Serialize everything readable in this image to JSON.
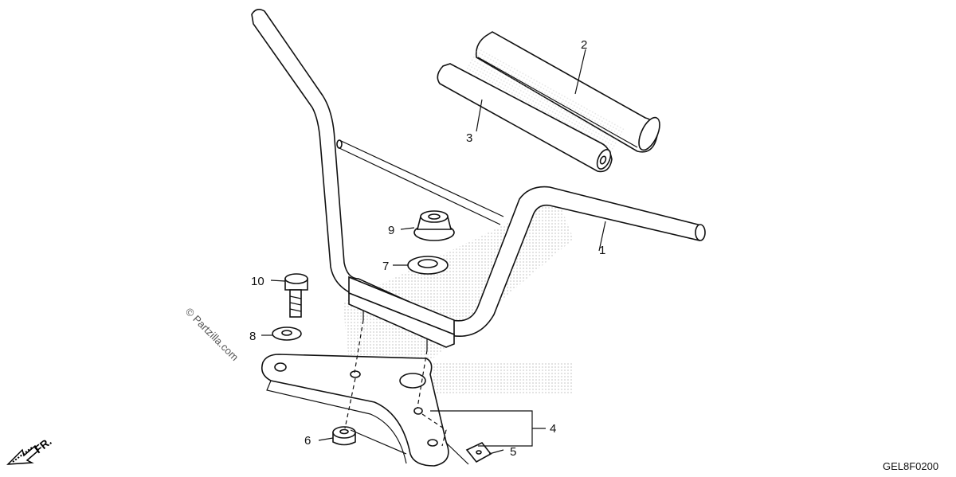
{
  "watermark": "© Partzilla.com",
  "diagram_code": "GEL8F0200",
  "front_label": "FR.",
  "callouts": [
    {
      "id": "1",
      "label": "1"
    },
    {
      "id": "2",
      "label": "2"
    },
    {
      "id": "3",
      "label": "3"
    },
    {
      "id": "4",
      "label": "4"
    },
    {
      "id": "5",
      "label": "5"
    },
    {
      "id": "6",
      "label": "6"
    },
    {
      "id": "7",
      "label": "7"
    },
    {
      "id": "8",
      "label": "8"
    },
    {
      "id": "9",
      "label": "9"
    },
    {
      "id": "10",
      "label": "10"
    }
  ],
  "colors": {
    "line": "#111111",
    "dots": "#bbbbbb",
    "background": "#ffffff"
  }
}
